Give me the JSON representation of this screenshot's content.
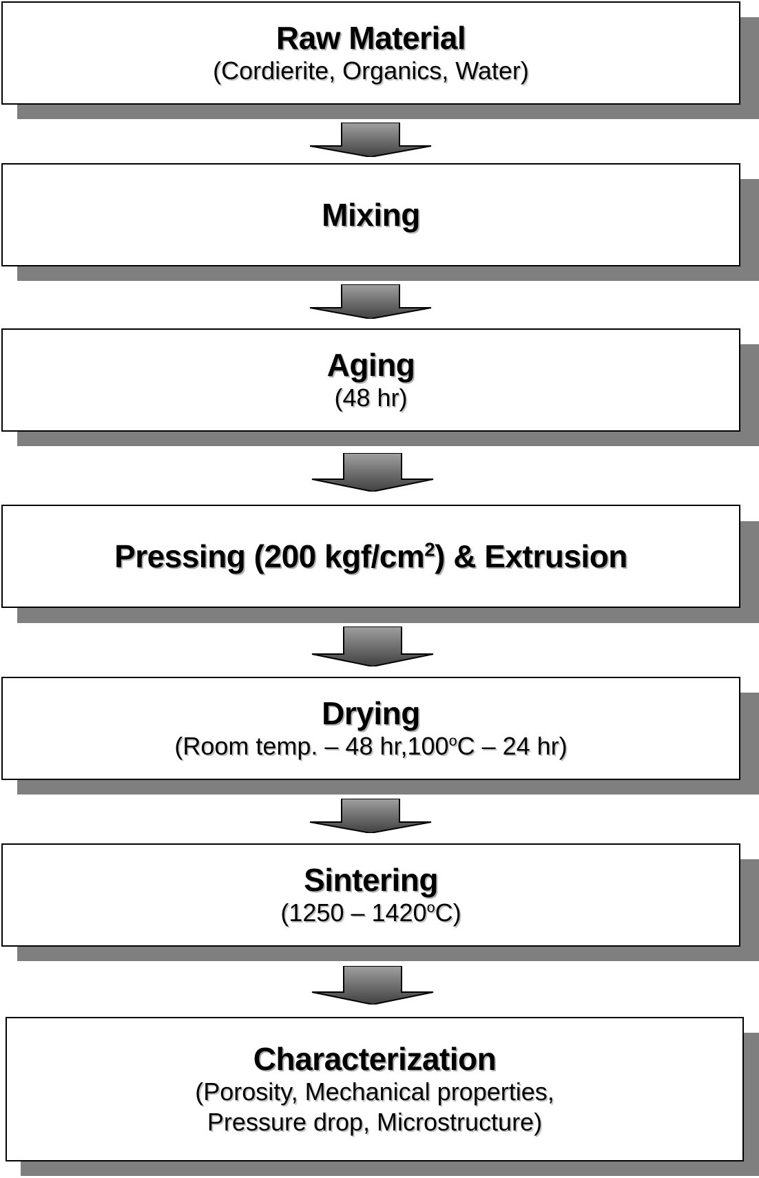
{
  "steps": [
    {
      "id": "raw-material",
      "title": "Raw Material",
      "detail": "(Cordierite, Organics, Water)"
    },
    {
      "id": "mixing",
      "title": "Mixing"
    },
    {
      "id": "aging",
      "title": "Aging",
      "detail": "(48 hr)"
    },
    {
      "id": "pressing",
      "title_pre": "Pressing (200 kgf/cm",
      "title_sup": "2",
      "title_post": ") & Extrusion"
    },
    {
      "id": "drying",
      "title": "Drying",
      "detail_pre": "(Room temp. – 48 hr,100",
      "detail_sup": "o",
      "detail_post": "C – 24 hr)"
    },
    {
      "id": "sintering",
      "title": "Sintering",
      "detail_pre": "(1250 – 1420",
      "detail_sup": "o",
      "detail_post": "C)"
    },
    {
      "id": "characterization",
      "title": "Characterization",
      "detail_line1": "(Porosity, Mechanical properties,",
      "detail_line2": "Pressure drop, Microstructure)"
    }
  ],
  "colors": {
    "box_border": "#000000",
    "shadow": "#7f7f7f",
    "arrow_fill_dark": "#4a4a4a",
    "arrow_fill_light": "#9a9a9a"
  }
}
